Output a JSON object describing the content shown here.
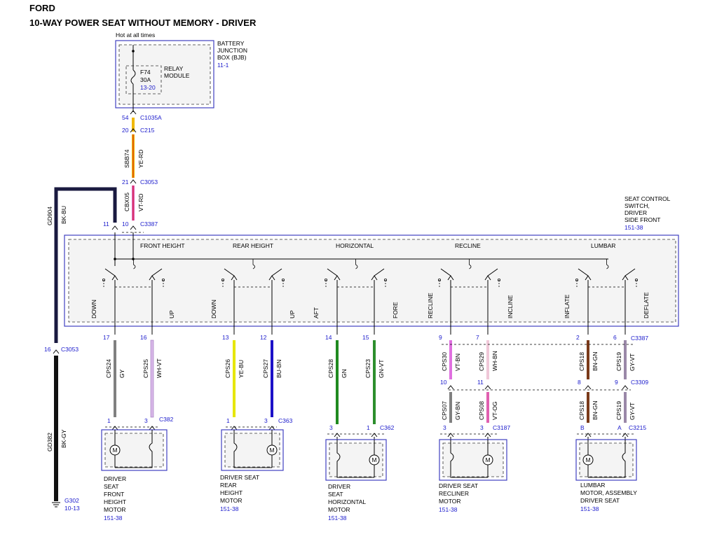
{
  "header": {
    "brand": "FORD",
    "title": "10-WAY POWER SEAT WITHOUT MEMORY - DRIVER"
  },
  "bjb": {
    "hot_label": "Hot at all times",
    "name_lines": [
      "BATTERY",
      "JUNCTION",
      "BOX (BJB)"
    ],
    "ref": "11-1",
    "fuse": "F74",
    "fuse_rating": "30A",
    "fuse_ref": "13-20",
    "relay_lines": [
      "RELAY",
      "MODULE"
    ]
  },
  "supply": {
    "pin_c1035a": "54",
    "conn_c1035a": "C1035A",
    "pin_c215": "20",
    "conn_c215": "C215",
    "circuit_1": "SBB74",
    "color_1": "YE-RD",
    "pin_c3053_top": "21",
    "conn_c3053_top": "C3053",
    "circuit_2": "CBX05",
    "color_2": "VT-RD",
    "pin_c3387_top": "10",
    "conn_c3387_top": "C3387",
    "gnd_top_pin": "11"
  },
  "ground": {
    "circuit_top": "GD904",
    "color_top": "BK-BU",
    "pin_c3053": "16",
    "conn_c3053": "C3053",
    "circuit_bottom": "GD382",
    "color_bottom": "BK-GY",
    "point": "G302",
    "point_ref": "10-13"
  },
  "switch": {
    "name_lines": [
      "SEAT CONTROL",
      "SWITCH,",
      "DRIVER",
      "SIDE FRONT"
    ],
    "ref": "151-38",
    "sections": [
      "FRONT HEIGHT",
      "REAR HEIGHT",
      "HORIZONTAL",
      "RECLINE",
      "LUMBAR"
    ],
    "positions": [
      "DOWN",
      "UP",
      "DOWN",
      "UP",
      "AFT",
      "FORE",
      "RECLINE",
      "INCLINE",
      "INFLATE",
      "DEFLATE"
    ]
  },
  "wires": [
    {
      "pin_sw": "17",
      "circuit": "CPS24",
      "color": "GY",
      "pin_motor": "1",
      "hex": "#808080"
    },
    {
      "pin_sw": "16",
      "circuit": "CPS25",
      "color": "WH-VT",
      "pin_motor": "3",
      "hex": "#d8b8e8"
    },
    {
      "pin_sw": "13",
      "circuit": "CPS26",
      "color": "YE-BU",
      "pin_motor": "1",
      "hex": "#e6e600"
    },
    {
      "pin_sw": "12",
      "circuit": "CPS27",
      "color": "BU-BN",
      "pin_motor": "3",
      "hex": "#1c10c8"
    },
    {
      "pin_sw": "14",
      "circuit": "CPS28",
      "color": "GN",
      "pin_motor": "3",
      "hex": "#1f8a1f"
    },
    {
      "pin_sw": "15",
      "circuit": "CPS23",
      "color": "GN-VT",
      "pin_motor": "1",
      "hex": "#2d8f2d"
    },
    {
      "pin_sw": "9",
      "circuit": "CPS30",
      "color": "VT-BN",
      "pin_mid": "10",
      "circuit_lower": "CPS07",
      "color_lower": "GY-BN",
      "pin_motor": "3",
      "hex": "#e070e0",
      "hex_lower": "#808080"
    },
    {
      "pin_sw": "7",
      "circuit": "CPS29",
      "color": "WH-BN",
      "pin_mid": "11",
      "circuit_lower": "CPS08",
      "color_lower": "VT-OG",
      "pin_motor": "3",
      "hex": "#f0c8d8",
      "hex_lower": "#e060b0"
    },
    {
      "pin_sw": "2",
      "circuit": "CPS18",
      "color": "BN-GN",
      "pin_mid": "8",
      "circuit_lower": "CPS18",
      "color_lower": "BN-GN",
      "pin_motor": "B",
      "hex": "#7a3a1a",
      "hex_lower": "#7a3a1a"
    },
    {
      "pin_sw": "6",
      "circuit": "CPS19",
      "color": "GY-VT",
      "pin_mid": "9",
      "circuit_lower": "CPS19",
      "color_lower": "GY-VT",
      "pin_motor": "A",
      "hex": "#9a88a8",
      "hex_lower": "#9a88a8"
    }
  ],
  "connectors": {
    "c3387_bottom": "C3387",
    "c3309": "C3309",
    "c382": "C382",
    "c363": "C363",
    "c362": "C362",
    "c3187": "C3187",
    "c3215": "C3215"
  },
  "motors": [
    {
      "lines": [
        "DRIVER",
        "SEAT",
        "FRONT",
        "HEIGHT",
        "MOTOR"
      ],
      "ref": "151-38"
    },
    {
      "lines": [
        "DRIVER SEAT",
        "REAR",
        "HEIGHT",
        "MOTOR"
      ],
      "ref": "151-38"
    },
    {
      "lines": [
        "DRIVER",
        "SEAT",
        "HORIZONTAL",
        "MOTOR"
      ],
      "ref": "151-38"
    },
    {
      "lines": [
        "DRIVER SEAT",
        "RECLINER",
        "MOTOR"
      ],
      "ref": "151-38"
    },
    {
      "lines": [
        "LUMBAR",
        "MOTOR, ASSEMBLY",
        "DRIVER SEAT"
      ],
      "ref": "151-38"
    }
  ],
  "motor_symbol": "M"
}
